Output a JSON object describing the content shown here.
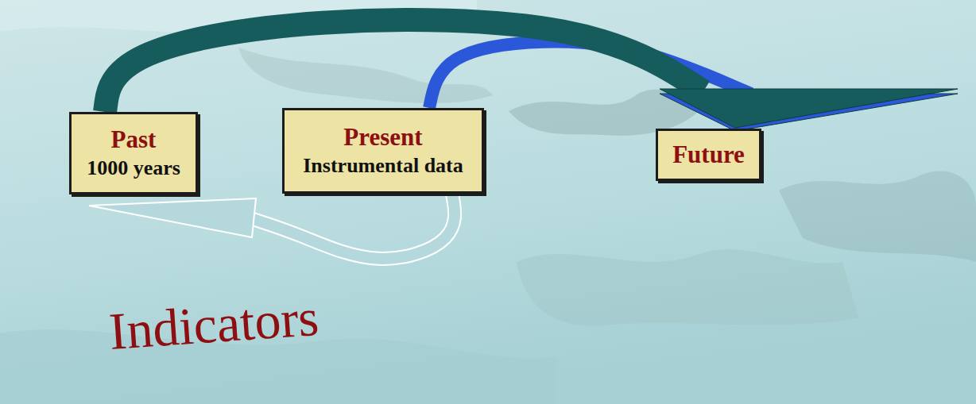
{
  "diagram": {
    "nodes": [
      {
        "text": [
          "Past",
          "1000 years"
        ]
      },
      {
        "text": [
          "Present",
          "Instrumental data"
        ]
      },
      {
        "text": [
          "Future"
        ]
      }
    ],
    "edges": [
      {
        "from": 0,
        "to": 2,
        "arrow": "to"
      },
      {
        "from": 1,
        "to": 2,
        "arrow": "to"
      },
      {
        "from": 1,
        "to": 0,
        "arrow": "to",
        "label": "Indicators"
      }
    ]
  }
}
